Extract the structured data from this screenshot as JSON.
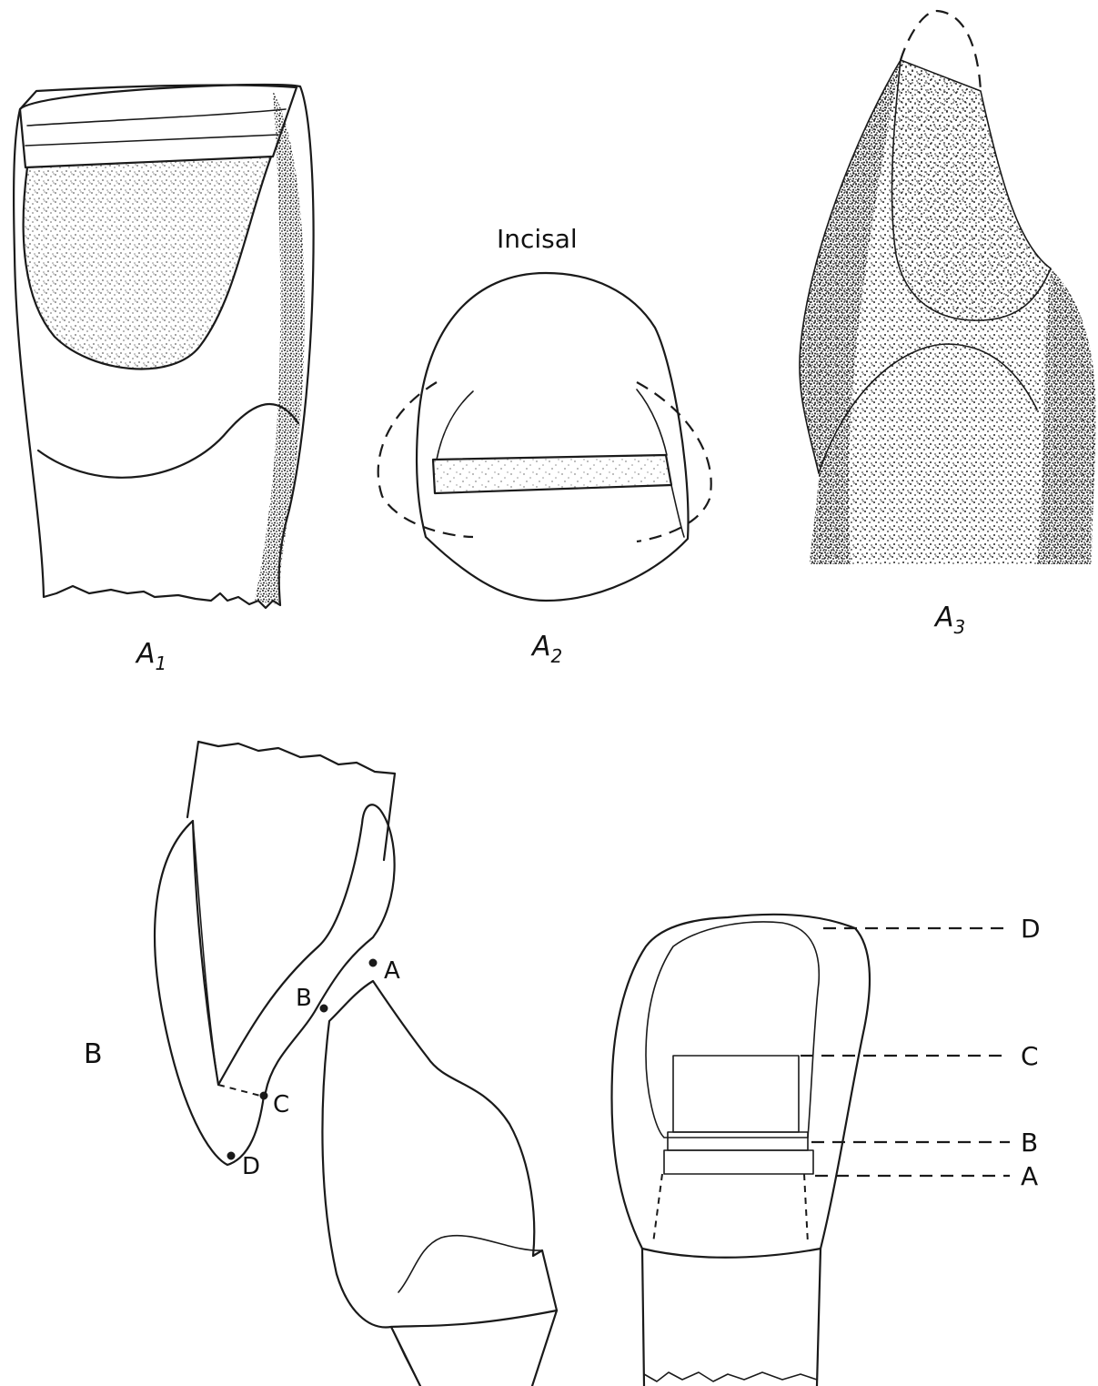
{
  "labels": {
    "a1": "A",
    "a1_sub": "1",
    "a2": "A",
    "a2_sub": "2",
    "a3": "A",
    "a3_sub": "3",
    "incisal": "Incisal",
    "figure_b": "B",
    "point_a": "A",
    "point_b": "B",
    "point_c": "C",
    "point_d": "D",
    "zone_d": "D",
    "zone_c": "C",
    "zone_b": "B",
    "zone_a": "A"
  },
  "colors": {
    "ink": "#1a1a1a",
    "paper": "#ffffff"
  }
}
